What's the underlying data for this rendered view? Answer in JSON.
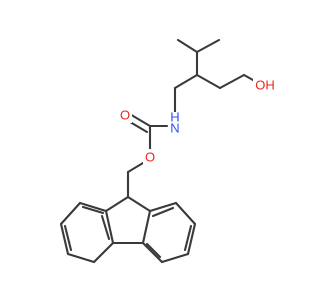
{
  "molecule": {
    "colors": {
      "bond": "#3a3a3a",
      "oxygen": "#e8281e",
      "nitrogen": "#3050f8",
      "background": "#ffffff"
    },
    "labels": {
      "hydroxyl": "OH",
      "carbonyl_oxygen": "O",
      "nitrogen": "N",
      "nitrogen_hydrogen": "H",
      "ester_oxygen": "O"
    }
  }
}
